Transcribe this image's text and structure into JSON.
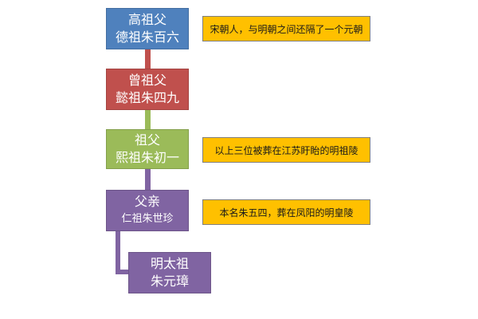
{
  "nodes": [
    {
      "id": "great-grandfather",
      "line1": "高祖父",
      "line2": "德祖朱百六",
      "color": "#4F81BD"
    },
    {
      "id": "grandfather-great",
      "line1": "曾祖父",
      "line2": "懿祖朱四九",
      "color": "#C0504D"
    },
    {
      "id": "grandfather",
      "line1": "祖父",
      "line2": "熙祖朱初一",
      "color": "#9BBB59"
    },
    {
      "id": "father",
      "line1": "父亲",
      "line2": "仁祖朱世珍",
      "color": "#8064A2"
    },
    {
      "id": "emperor",
      "line1": "明太祖",
      "line2": "朱元璋",
      "color": "#8064A2"
    }
  ],
  "notes": [
    {
      "text": "宋朝人，与明朝之间还隔了一个元朝"
    },
    {
      "text": "以上三位被葬在江苏盱眙的明祖陵"
    },
    {
      "text": "本名朱五四，葬在凤阳的明皇陵"
    }
  ],
  "colors": {
    "connector_red": "#C0504D",
    "connector_green": "#9BBB59",
    "connector_purple": "#8064A2",
    "note_fill": "#FFC000"
  }
}
